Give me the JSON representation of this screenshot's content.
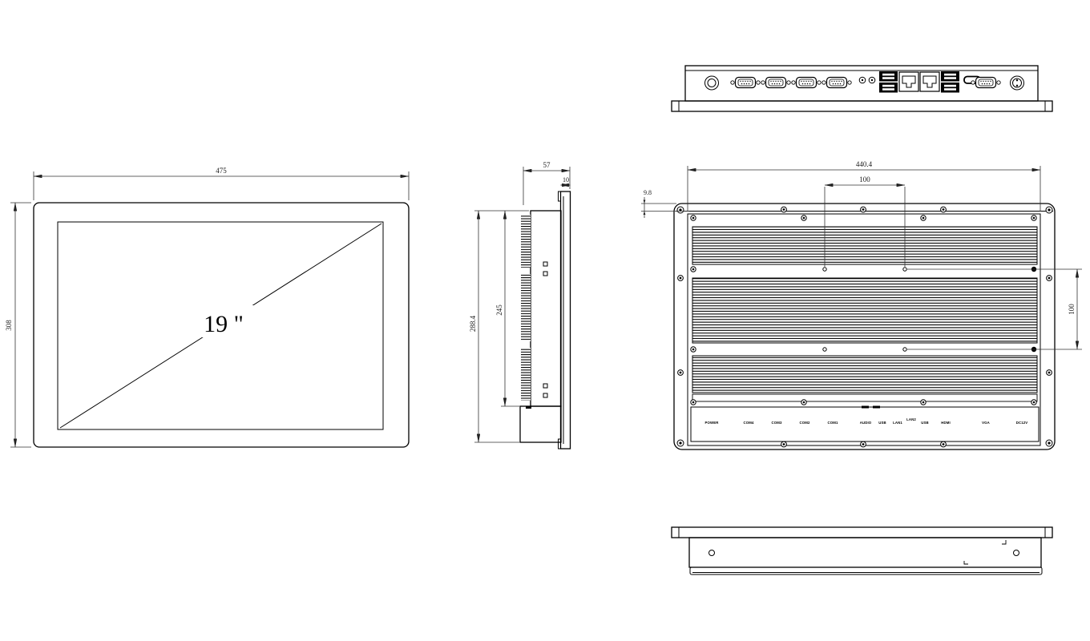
{
  "colors": {
    "line": "#000000",
    "dimension_line": "#333333",
    "background": "#ffffff"
  },
  "front_view": {
    "width_dim": "475",
    "height_dim": "308",
    "diagonal_label": "19 \""
  },
  "side_view": {
    "depth_dim": "57",
    "bezel_thickness_dim": "10",
    "body_height_dim": "245",
    "cover_height_dim": "288.4"
  },
  "rear_view": {
    "cover_width_dim": "440.4",
    "vesa_width_dim": "100",
    "vesa_height_dim": "100",
    "top_edge_offset_dim": "9.8",
    "port_labels": [
      "POWER",
      "COM4",
      "COM3",
      "COM2",
      "COM1",
      "AUDIO",
      "USB",
      "LAN1",
      "LAN2",
      "USB",
      "HDMI",
      "VGA",
      "DC12V"
    ]
  },
  "top_view": {
    "ports": [
      "power-button",
      "com-port",
      "com-port",
      "com-port",
      "com-port",
      "audio-jack",
      "audio-jack",
      "dual-usb",
      "lan-rj45",
      "lan-rj45",
      "dual-usb",
      "hdmi-port",
      "vga-port",
      "dc-jack"
    ]
  }
}
